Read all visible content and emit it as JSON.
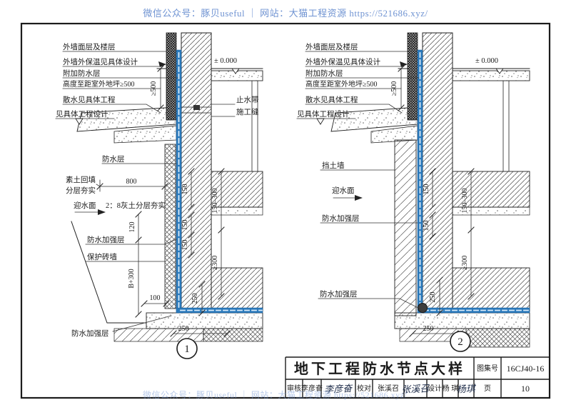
{
  "page": {
    "promo_top": "微信公众号：豚贝useful ｜ 网站：大猫工程资源 https://521686.xyz/",
    "promo_bottom": "微信公众号：豚贝useful ｜ 网站：大猫工程资源 https://521686.xyz/"
  },
  "colors": {
    "promo_blue": "#6f93d2",
    "membrane_blue": "#2b7abc",
    "line_black": "#1b1b1b"
  },
  "d1": {
    "t_wall_finish": "外墙面层及楼层",
    "t_insulation": "外墙外保温见具体设计",
    "t_added_wp": "附加防水层",
    "t_height_note": "高度至距室外地坪≥500",
    "t_apron": "散水见具体工程",
    "t_see_design": "见具体工程设计",
    "t_level": "± 0.000",
    "t_waterstop": "止水带",
    "t_joint": "施工缝",
    "t_wp_layer": "防水层",
    "t_backfill1": "素土回填",
    "t_backfill2": "分层夯实",
    "t_facing": "迎水面",
    "t_lime": "2：8灰土分层夯实",
    "t_reinforce_up": "防水加强层",
    "t_brick": "保护砖墙",
    "t_reinforce_low": "防水加强层",
    "n_500": "≥500",
    "n_800": "800",
    "n_120": "120",
    "n_b300": "B+300",
    "n_100": "100",
    "n_250v": "250",
    "n_250h": "250",
    "n_150": "150",
    "n_150a": "150",
    "n_150b": "150",
    "n_range": "150–300",
    "n_300": "≥300",
    "num": "1"
  },
  "d2": {
    "t_wall_finish": "外墙面层及楼层",
    "t_insulation": "外墙外保温见具体设计",
    "t_added_wp": "附加防水层",
    "t_height_note": "高度至距室外地坪≥500",
    "t_apron": "散水见具体工程",
    "t_see_design": "见具体工程设计",
    "t_level": "± 0.000",
    "t_retaining": "挡土墙",
    "t_facing": "迎水面",
    "t_reinforce_up": "防水加强层",
    "t_reinforce_low": "防水加强层",
    "n_500": "≥500",
    "n_150a": "150",
    "n_150b": "150",
    "n_range": "150–300",
    "n_300": "≥300",
    "n_250v": "250",
    "n_250h": "250",
    "num": "2"
  },
  "tb": {
    "title": "地下工程防水节点大样",
    "atlas_label": "图集号",
    "atlas_no": "16CJ40-16",
    "c1_label": "审核",
    "c1_name": "李彦奋",
    "c1_sig": "李彦奋",
    "c2_label": "校对",
    "c2_name": "张溪召",
    "c2_sig": "张溪召",
    "c3_label": "设计",
    "c3_name": "杨 琪",
    "c3_sig": "杨琪",
    "page_label": "页",
    "page_no": "10"
  }
}
